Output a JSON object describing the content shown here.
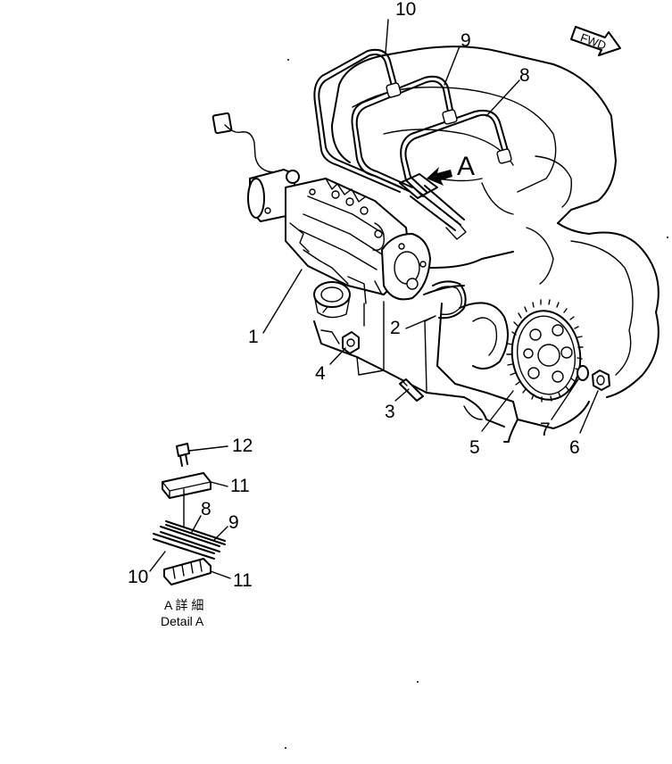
{
  "callouts": {
    "c1": "1",
    "c2": "2",
    "c3": "3",
    "c4": "4",
    "c5": "5",
    "c6": "6",
    "c7": "7",
    "c8": "8",
    "c9": "9",
    "c10": "10"
  },
  "view_marker": "A",
  "fwd_label": "FWD",
  "detail": {
    "c8": "8",
    "c9": "9",
    "c10": "10",
    "c11_top": "11",
    "c11_bottom": "11",
    "c12": "12",
    "caption_jp": "A 詳 細",
    "caption_en": "Detail A"
  }
}
